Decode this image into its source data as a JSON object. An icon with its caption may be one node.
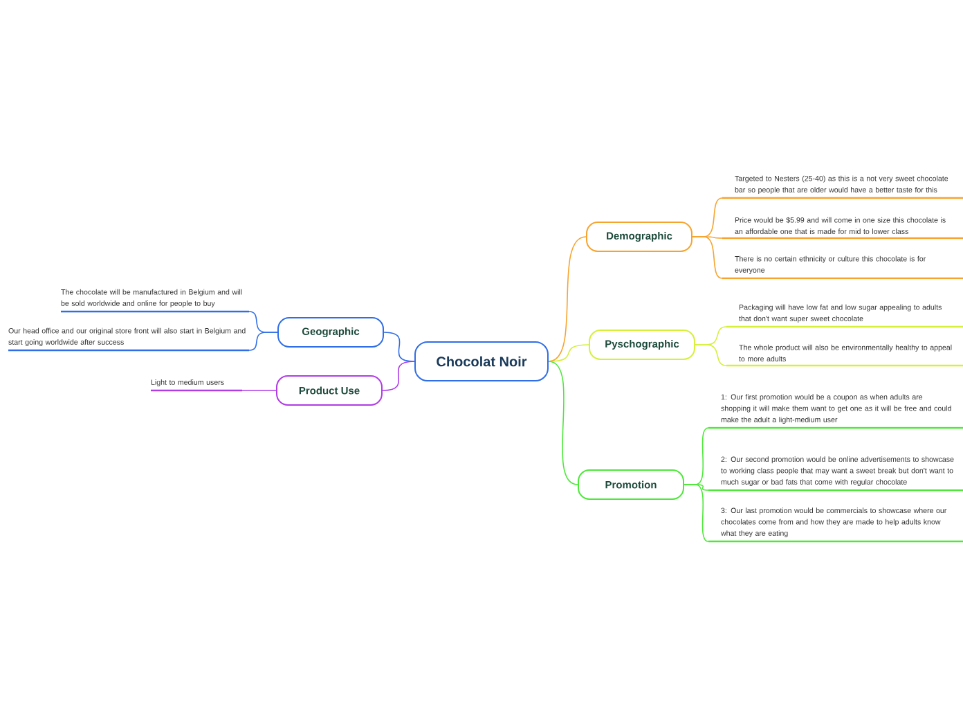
{
  "diagram": {
    "nodes": [
      {
        "text": [
          "Chocolat Noir"
        ]
      },
      {
        "text": [
          "Demographic"
        ]
      },
      {
        "text": [
          "Pyschographic"
        ]
      },
      {
        "text": [
          "Promotion"
        ]
      },
      {
        "text": [
          "Geographic"
        ]
      },
      {
        "text": [
          "Product Use"
        ]
      },
      {
        "text": [
          "Targeted to Nesters (25-40) as this is a not very sweet chocolate bar so people that are older would have a better taste for this"
        ]
      },
      {
        "text": [
          "Price would be $5.99 and will come in one size  this chocolate is an affordable one that is made for mid to lower class"
        ]
      },
      {
        "text": [
          "There is no certain ethnicity or culture this chocolate is for everyone"
        ]
      },
      {
        "text": [
          "Packaging will have low fat and low sugar appealing to adults that don't want super sweet chocolate"
        ]
      },
      {
        "text": [
          "The whole product will also be environmentally healthy to appeal to more adults"
        ]
      },
      {
        "text": [
          "1: Our first promotion would be a coupon as when adults are shopping it will make them want to get one as it will be free and could make the adult a light-medium user"
        ]
      },
      {
        "text": [
          "2: Our second promotion would be online advertisements to showcase to working class people that may want a sweet break but don't want to much sugar or bad fats that come with regular chocolate"
        ]
      },
      {
        "text": [
          "3: Our last promotion would be commercials to showcase where our chocolates come from and how they are made to help adults know what they are eating"
        ]
      },
      {
        "text": [
          "The chocolate will be manufactured in Belgium and will be sold worldwide and online for people to buy"
        ]
      },
      {
        "text": [
          "Our head office and our original store front will also start in Belgium and start going worldwide after success"
        ]
      },
      {
        "text": [
          "Light to medium users"
        ]
      }
    ],
    "edges": [
      {
        "from": 0,
        "to": 1,
        "arrow": "none",
        "color": "#f7a42e"
      },
      {
        "from": 0,
        "to": 2,
        "arrow": "none",
        "color": "#d6f03a"
      },
      {
        "from": 0,
        "to": 3,
        "arrow": "none",
        "color": "#4ee83a"
      },
      {
        "from": 0,
        "to": 4,
        "arrow": "none",
        "color": "#2f6ee8"
      },
      {
        "from": 0,
        "to": 5,
        "arrow": "none",
        "color": "#b03ce6"
      },
      {
        "from": 1,
        "to": 6,
        "arrow": "none",
        "color": "#f7a42e"
      },
      {
        "from": 1,
        "to": 7,
        "arrow": "none",
        "color": "#f7a42e"
      },
      {
        "from": 1,
        "to": 8,
        "arrow": "none",
        "color": "#f7a42e"
      },
      {
        "from": 2,
        "to": 9,
        "arrow": "none",
        "color": "#d6f03a"
      },
      {
        "from": 2,
        "to": 10,
        "arrow": "none",
        "color": "#d6f03a"
      },
      {
        "from": 3,
        "to": 11,
        "arrow": "none",
        "color": "#4ee83a"
      },
      {
        "from": 3,
        "to": 12,
        "arrow": "none",
        "color": "#4ee83a"
      },
      {
        "from": 3,
        "to": 13,
        "arrow": "none",
        "color": "#4ee83a"
      },
      {
        "from": 4,
        "to": 14,
        "arrow": "none",
        "color": "#2f6ee8"
      },
      {
        "from": 4,
        "to": 15,
        "arrow": "none",
        "color": "#2f6ee8"
      },
      {
        "from": 5,
        "to": 16,
        "arrow": "none",
        "color": "#b03ce6"
      }
    ]
  }
}
